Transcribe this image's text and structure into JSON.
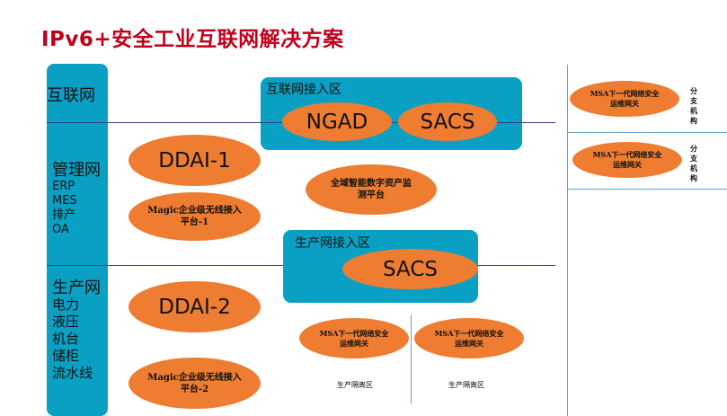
{
  "title": "IPv6+安全工业互联网解决方案",
  "zones": {
    "internet": "互联网",
    "management": {
      "name": "管理网",
      "items": [
        "ERP",
        "MES",
        "排产",
        "OA"
      ]
    },
    "production": {
      "name": "生产网",
      "items": [
        "电力",
        "液压",
        "机台",
        "储柜",
        "流水线"
      ]
    }
  },
  "internet_access": {
    "label": "互联网接入区",
    "ngad": "NGAD",
    "sacs": "SACS"
  },
  "production_access": {
    "label": "生产网接入区",
    "sacs": "SACS"
  },
  "ddai1": "DDAI-1",
  "ddai2": "DDAI-2",
  "magic1": "Magic企业级无线接入平台-1",
  "magic2": "Magic企业级无线接入平台-2",
  "monitor": "全域智能数字资产监测平台",
  "msa": "MSA下一代网络安全运维网关",
  "isolation": "生产隔离区",
  "branch": "分支机构",
  "colors": {
    "accent_teal": "#0aa0c4",
    "node_orange": "#ee7d31",
    "title_red": "#c0001a"
  }
}
